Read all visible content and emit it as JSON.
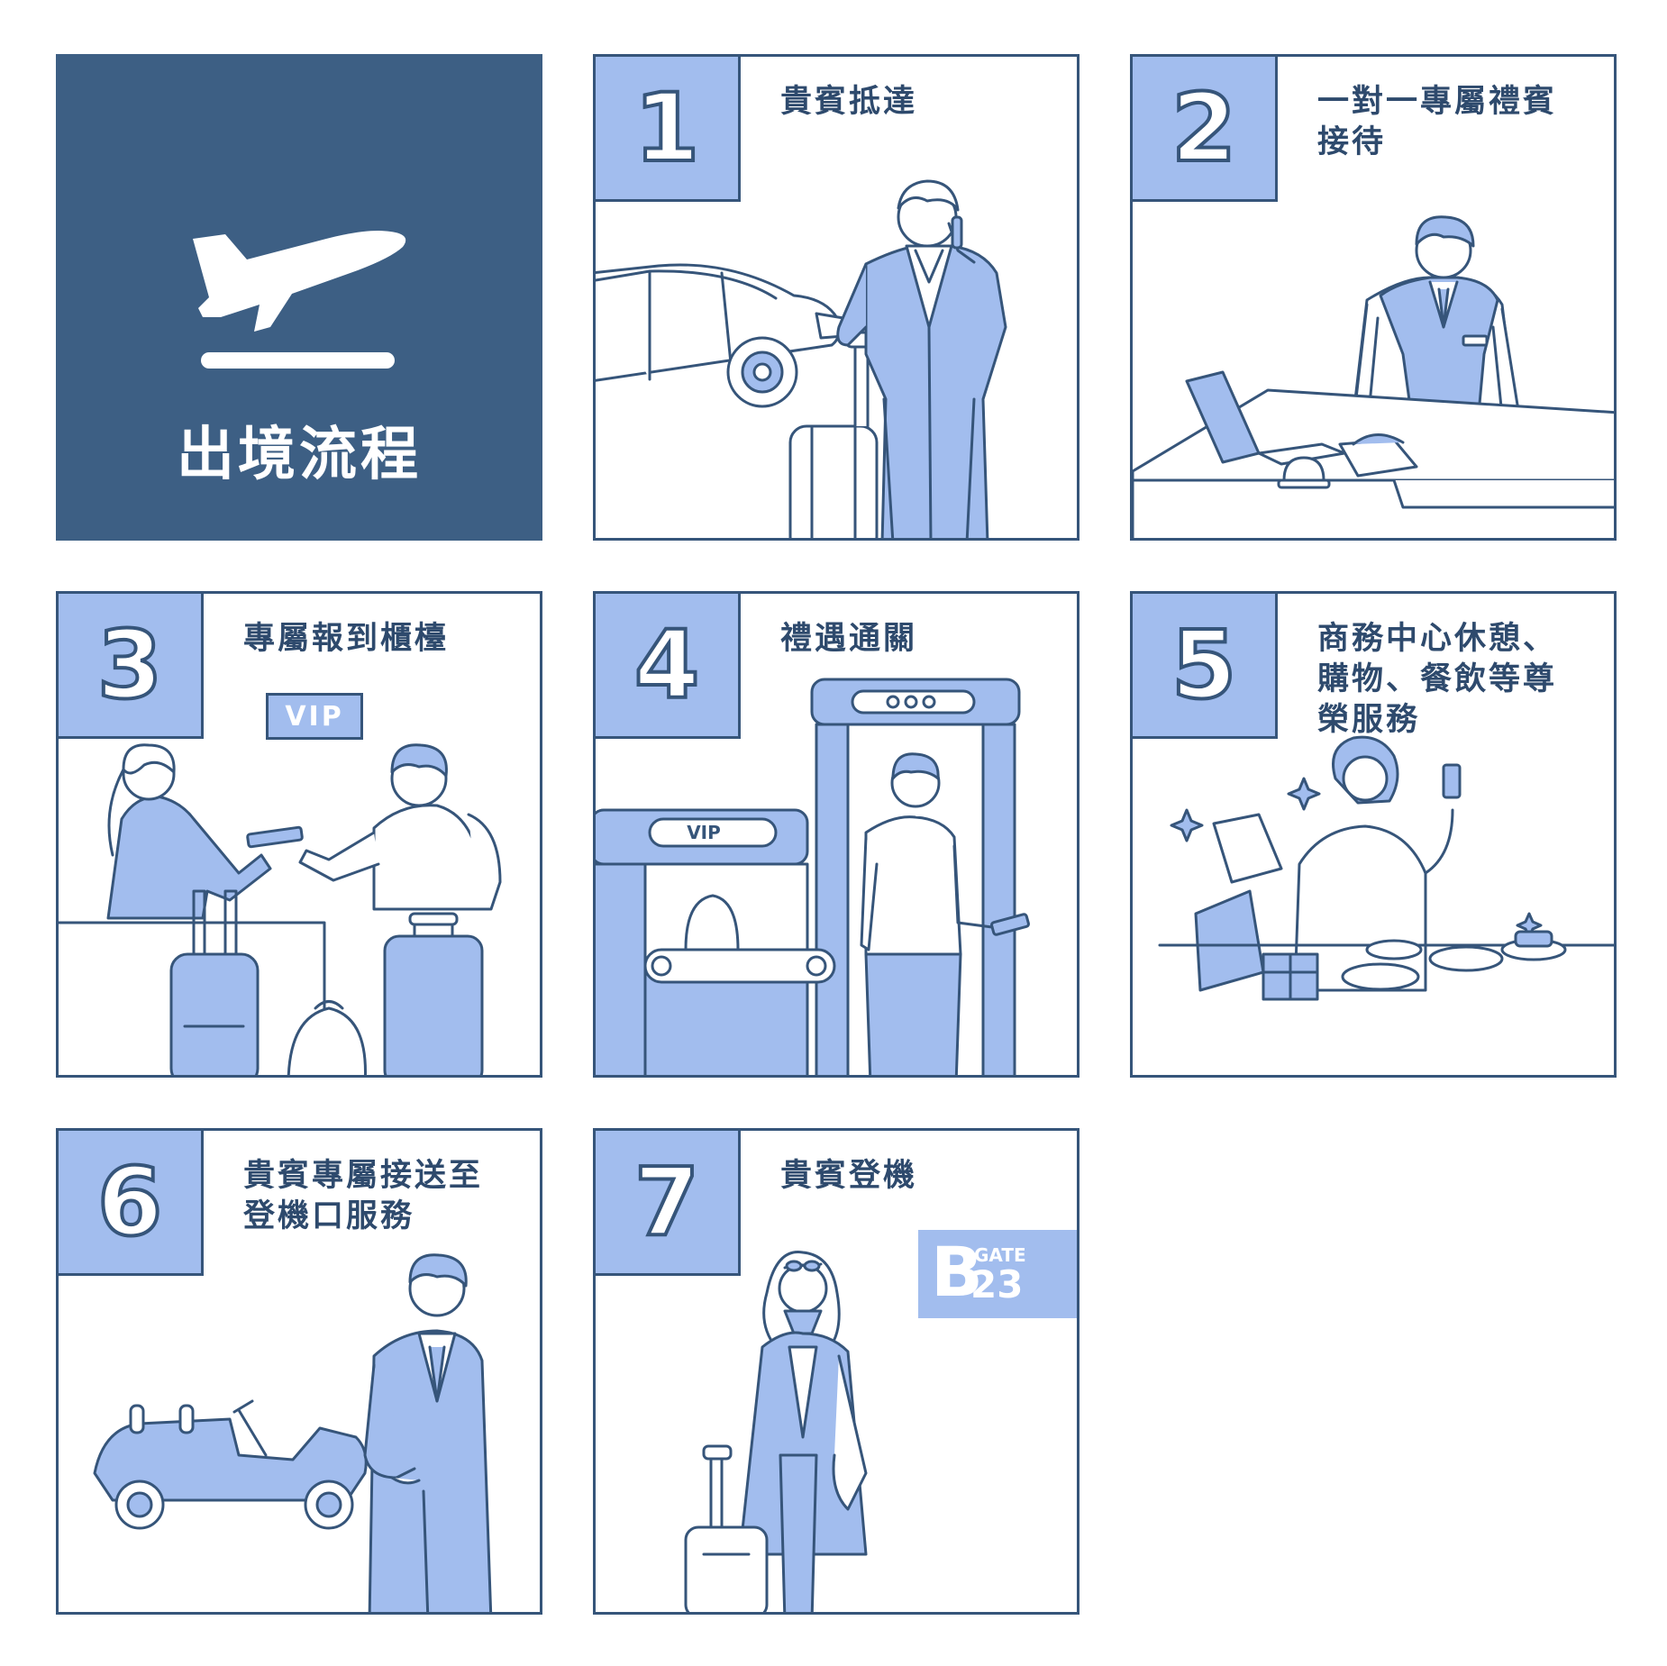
{
  "title": "出境流程",
  "icons": {
    "title": "airplane-departure-icon"
  },
  "colors": {
    "dark_blue": "#3d5f84",
    "light_blue": "#a2bdee",
    "line": "#36557a",
    "white": "#ffffff"
  },
  "steps": [
    {
      "number": "1",
      "label": "貴賓抵達",
      "illustration": "businessman-car-luggage"
    },
    {
      "number": "2",
      "label": "一對一專屬禮賓\n接待",
      "illustration": "concierge-desk"
    },
    {
      "number": "3",
      "label": "專屬報到櫃檯",
      "illustration": "vip-checkin-counter",
      "sign": "VIP"
    },
    {
      "number": "4",
      "label": "禮遇通關",
      "illustration": "security-scanner",
      "sign": "VIP"
    },
    {
      "number": "5",
      "label": "商務中心休憩、\n購物、餐飲等尊\n榮服務",
      "illustration": "lounge-shopping-dining"
    },
    {
      "number": "6",
      "label": "貴賓專屬接送至\n登機口服務",
      "illustration": "escort-cart"
    },
    {
      "number": "7",
      "label": "貴賓登機",
      "illustration": "boarding-traveler",
      "gate": {
        "letter": "B",
        "word": "GATE",
        "number": "23"
      }
    }
  ]
}
